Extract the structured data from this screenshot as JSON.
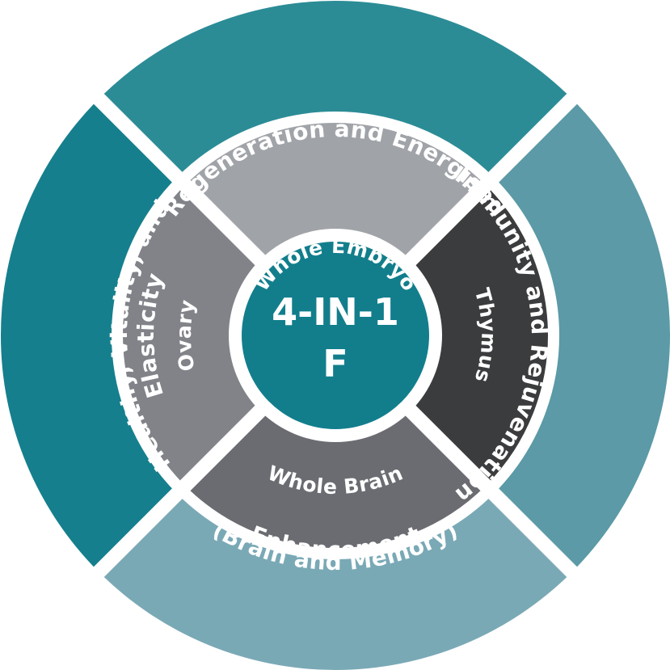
{
  "center": {
    "line1": "4-IN-1",
    "line2": "F",
    "color": "#127e8c"
  },
  "outer_ring": [
    {
      "label": "Regeneration and Energised",
      "color": "#2b8c96"
    },
    {
      "label": "Immunity and Rejuvenation",
      "color": "#5b9aa6"
    },
    {
      "label": "Enhancement",
      "label2": "(Brain and Memory)",
      "color": "#7aa9b6"
    },
    {
      "label": "Healthy, Vitality, and",
      "label2": "Elasticity",
      "color": "#157f8d"
    }
  ],
  "inner_ring": [
    {
      "label": "Whole Embryo",
      "color": "#a0a3a8"
    },
    {
      "label": "Thymus",
      "color": "#3b3c3e"
    },
    {
      "label": "Whole Brain",
      "color": "#6a6c71"
    },
    {
      "label": "Ovary",
      "color": "#818389"
    }
  ]
}
